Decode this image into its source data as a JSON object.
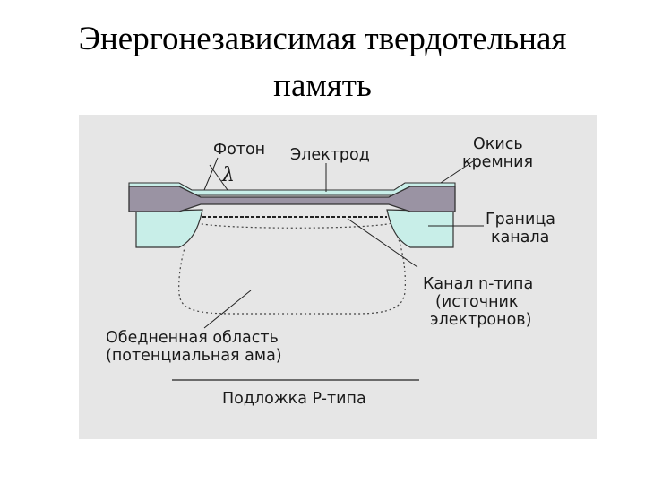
{
  "title": {
    "line1": "Энергонезависимая твердотельная",
    "line2": "память"
  },
  "diagram": {
    "labels": {
      "photon": "Фотон",
      "lambda": "λ",
      "electrode": "Электрод",
      "oxide_line1": "Окись",
      "oxide_line2": "кремния",
      "boundary_line1": "Граница",
      "boundary_line2": "канала",
      "channel_line1": "Канал n-типа",
      "channel_line2": "(источник",
      "channel_line3": "электронов)",
      "depletion_line1": "Обедненная область",
      "depletion_line2": "(потенциальная ама)",
      "substrate": "Подложка P-типа"
    },
    "colors": {
      "panel": "#e6e6e6",
      "electrode": "#9a93a3",
      "oxide": "#c8eee8",
      "outline": "#333333"
    }
  }
}
